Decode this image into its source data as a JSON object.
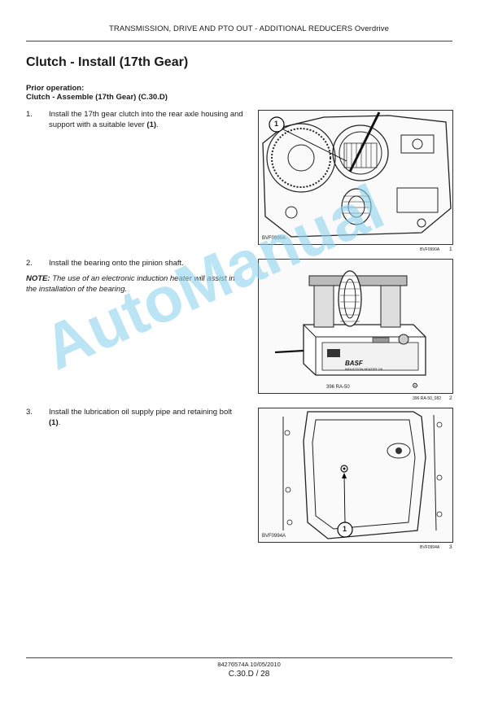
{
  "header": {
    "running_title": "TRANSMISSION, DRIVE AND PTO OUT - ADDITIONAL REDUCERS Overdrive"
  },
  "title": "Clutch - Install (17th Gear)",
  "prior_operation": {
    "label": "Prior operation:",
    "value": "Clutch - Assemble (17th Gear) (C.30.D)"
  },
  "steps": [
    {
      "number": "1.",
      "text": "Install the 17th gear clutch into the rear axle housing and support with a suitable lever",
      "ref": "(1)",
      "end": "."
    },
    {
      "number": "2.",
      "text": "Install the bearing onto the pinion shaft."
    },
    {
      "number": "3.",
      "text": "Install the lubrication oil supply pipe and retaining bolt",
      "ref": "(1)",
      "end": "."
    }
  ],
  "note": {
    "label": "NOTE:",
    "text": " The use of an electronic induction heater will assist in the installation of the bearing."
  },
  "figures": [
    {
      "code_inside": "BVF0990A",
      "code": "BVF0990A",
      "number": "1",
      "callout": "1"
    },
    {
      "code_inside": "396 RA-50",
      "code": "396 RA-50_082",
      "number": "2",
      "brand": "BASF",
      "label": "INDUCTION HEATER 7/6"
    },
    {
      "code_inside": "BVF0994A",
      "code": "BVF0994A",
      "number": "3",
      "callout": "1"
    }
  ],
  "footer": {
    "doc_id": "84276574A 10/05/2010",
    "page": "C.30.D / 28"
  },
  "watermark": "AutoManual"
}
